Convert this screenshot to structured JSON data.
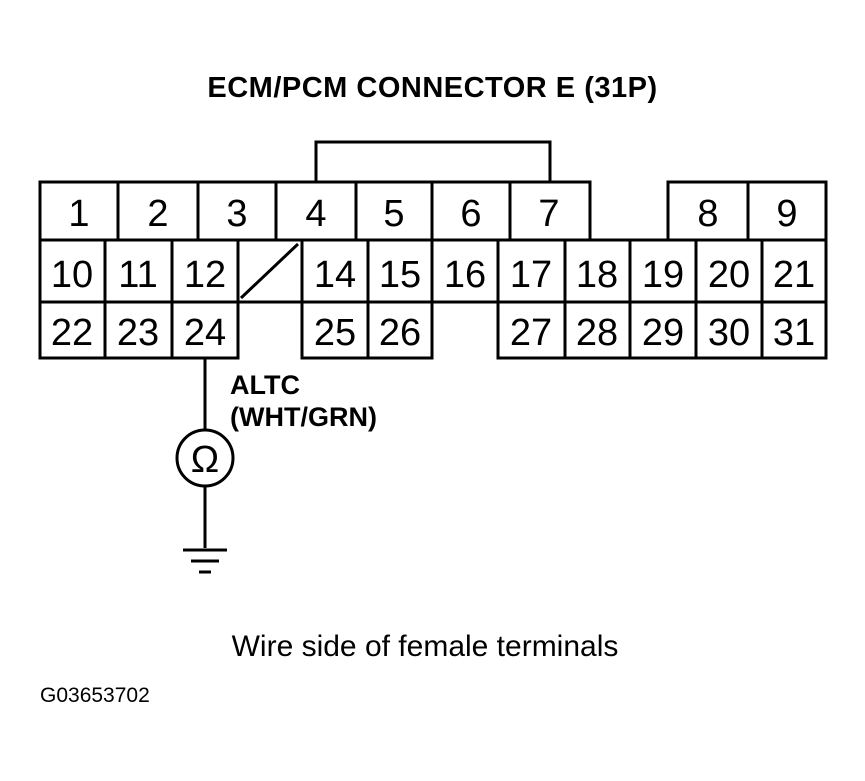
{
  "title": "ECM/PCM CONNECTOR E (31P)",
  "rows": [
    [
      "1",
      "2",
      "3",
      "4",
      "5",
      "6",
      "7",
      "8",
      "9"
    ],
    [
      "10",
      "11",
      "12",
      "14",
      "15",
      "16",
      "17",
      "18",
      "19",
      "20",
      "21"
    ],
    [
      "22",
      "23",
      "24",
      "25",
      "26",
      "27",
      "28",
      "29",
      "30",
      "31"
    ]
  ],
  "wire": {
    "name": "ALTC",
    "color": "(WHT/GRN)",
    "meter_symbol": "Ω"
  },
  "caption": "Wire side of female terminals",
  "figure_code": "G03653702"
}
